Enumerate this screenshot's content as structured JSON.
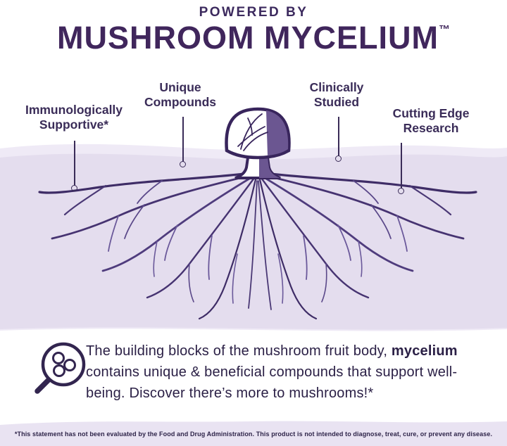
{
  "header": {
    "kicker": "POWERED BY",
    "title": "MUSHROOM MYCELIUM",
    "trademark": "™"
  },
  "callouts": {
    "immunologically": "Immunologically Supportive*",
    "unique": "Unique Compounds",
    "clinically": "Clinically Studied",
    "cutting_edge": "Cutting Edge Research"
  },
  "body": {
    "part1": "The building blocks of the mushroom fruit body, ",
    "highlight": "mycelium",
    "part2": " contains unique & beneficial compounds that support well-being. Discover there’s more to mushrooms!*"
  },
  "footer": {
    "disclaimer": "*This statement has not been evaluated by the Food and Drug Administration. This product is not intended to diagnose, treat, cure, or prevent any disease."
  },
  "icons": {
    "magnifier": "magnifier-molecule-icon"
  },
  "colors": {
    "title_purple": "#40265c",
    "text_purple": "#2b2046",
    "lavender": "#e4ddee",
    "root_purple": "#3e2c66"
  }
}
